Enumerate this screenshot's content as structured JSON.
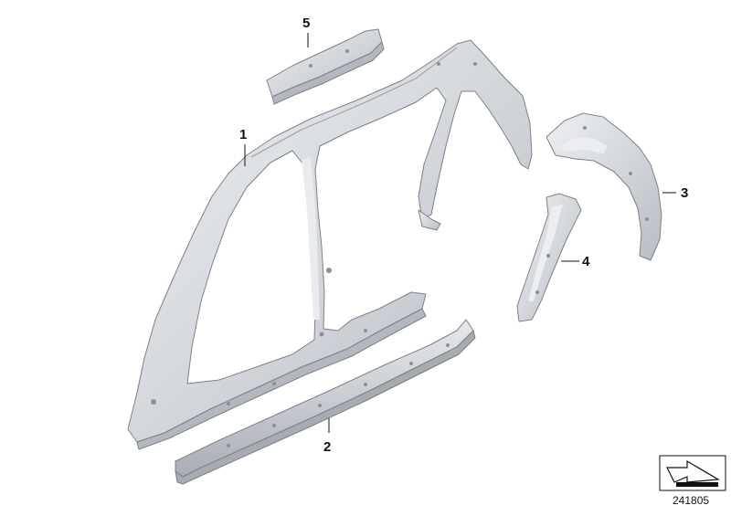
{
  "diagram": {
    "callouts": [
      {
        "id": "1",
        "label": "1"
      },
      {
        "id": "2",
        "label": "2"
      },
      {
        "id": "3",
        "label": "3"
      },
      {
        "id": "4",
        "label": "4"
      },
      {
        "id": "5",
        "label": "5"
      }
    ],
    "diagram_number": "241805",
    "colors": {
      "metal_fill": "#d6d9de",
      "metal_shade": "#b6bac1",
      "metal_light": "#eceef1",
      "outline": "#7d8188",
      "text": "#111111"
    },
    "icons": [
      "exploded-view-icon"
    ]
  }
}
